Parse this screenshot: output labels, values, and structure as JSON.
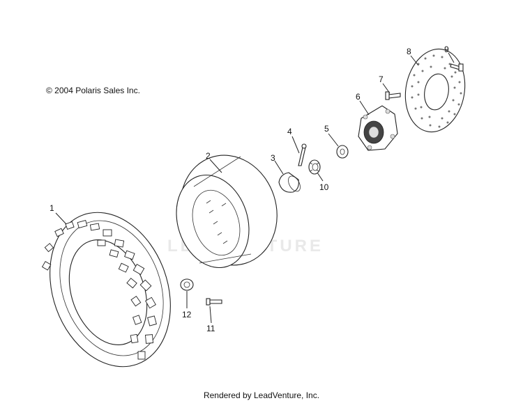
{
  "copyright": "© 2004 Polaris Sales Inc.",
  "footer": "Rendered by LeadVenture, Inc.",
  "watermark": "LEADVENTURE",
  "callouts": [
    "1",
    "2",
    "3",
    "4",
    "5",
    "6",
    "7",
    "8",
    "9",
    "10",
    "11",
    "12"
  ],
  "icons": {
    "tire": "tire-icon",
    "wheel_rim": "wheel-rim-icon",
    "hub_cap": "hub-cap-icon",
    "cotter_pin": "cotter-pin-icon",
    "washer": "washer-icon",
    "hub": "hub-icon",
    "hub_bolt": "bolt-icon",
    "brake_disc": "brake-disc-icon",
    "disc_bolt": "bolt-icon",
    "castle_nut": "castle-nut-icon",
    "wheel_stud": "stud-icon",
    "lug_nut": "lug-nut-icon"
  }
}
